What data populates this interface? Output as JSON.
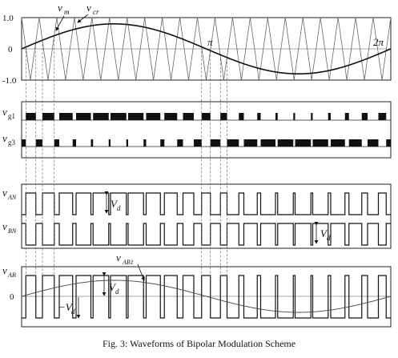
{
  "figure": {
    "caption": "Fig. 3: Waveforms of Bipolar Modulation Scheme",
    "carrier_periods": 21,
    "modulation_index": 0.8
  },
  "panels": {
    "top": {
      "y_ticks": [
        "1.0",
        "0",
        "-1.0"
      ],
      "label_vm": "v",
      "label_vm_sub": "m",
      "label_vcr": "v",
      "label_vcr_sub": "cr",
      "label_pi": "π",
      "label_2pi": "2π"
    },
    "gates": {
      "vg1": "v",
      "vg1_sub": "g1",
      "vg3": "v",
      "vg3_sub": "g3"
    },
    "legs": {
      "van": "v",
      "van_sub": "AN",
      "vbn": "v",
      "vbn_sub": "BN",
      "vd": "V",
      "vd_sub": "d"
    },
    "output": {
      "vab": "v",
      "vab_sub": "AB",
      "vab1": "v",
      "vab1_sub": "AB1",
      "zero": "0",
      "vd": "V",
      "vd_sub": "d",
      "neg_vd": "−V",
      "neg_vd_sub": "d"
    }
  }
}
